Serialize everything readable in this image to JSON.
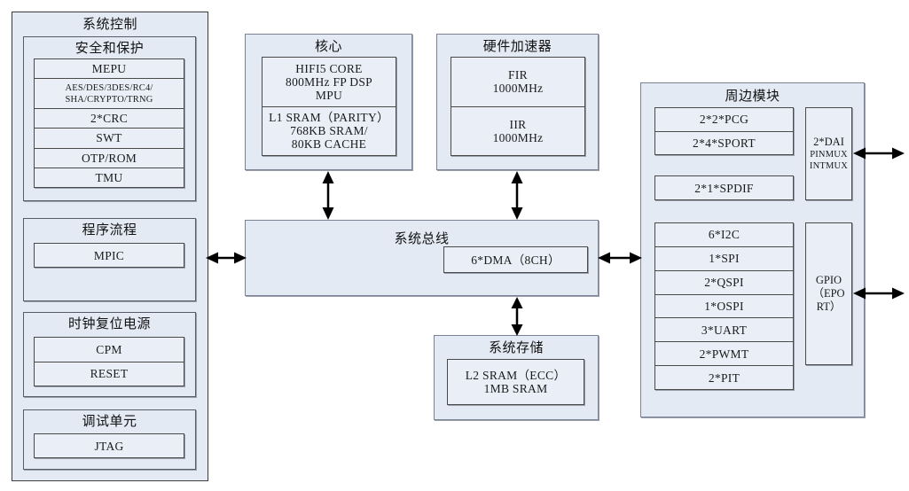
{
  "diagram": {
    "title_hidden": "",
    "system_control": {
      "title": "系统控制",
      "security": {
        "title": "安全和保护",
        "items": [
          "MEPU",
          "AES/DES/3DES/RC4/\nSHA/CRYPTO/TRNG",
          "2*CRC",
          "SWT",
          "OTP/ROM",
          "TMU"
        ]
      },
      "program_flow": {
        "title": "程序流程",
        "items": [
          "MPIC"
        ]
      },
      "clock_reset_power": {
        "title": "时钟复位电源",
        "items": [
          "CPM",
          "RESET"
        ]
      },
      "debug_unit": {
        "title": "调试单元",
        "items": [
          "JTAG"
        ]
      }
    },
    "core": {
      "title": "核心",
      "items": [
        "HIFI5 CORE\n800MHz FP DSP\nMPU",
        "L1 SRAM（PARITY）\n768KB SRAM/\n80KB CACHE"
      ]
    },
    "accelerator": {
      "title": "硬件加速器",
      "items": [
        "FIR\n1000MHz",
        "IIR\n1000MHz"
      ]
    },
    "system_bus": {
      "title": "系统总线",
      "dma": "6*DMA（8CH）"
    },
    "system_storage": {
      "title": "系统存储",
      "items": [
        "L2 SRAM（ECC）\n1MB SRAM"
      ]
    },
    "peripherals": {
      "title": "周边模块",
      "group_audio": [
        "2*2*PCG",
        "2*4*SPORT"
      ],
      "group_spdif": [
        "2*1*SPDIF"
      ],
      "group_serial": [
        "6*I2C",
        "1*SPI",
        "2*QSPI",
        "1*OSPI",
        "3*UART",
        "2*PWMT",
        "2*PIT"
      ],
      "dai": {
        "line1": "2*DAI",
        "line2": "PINMUX",
        "line3": "INTMUX"
      },
      "gpio": "GPIO\n（EPO\nRT）"
    },
    "colors": {
      "fill": "#e4eaf4",
      "leaf_fill": "#e9eef7",
      "border": "#4a4a4a",
      "arrow": "#000000"
    },
    "connections": [
      "core-to-bus",
      "accelerator-to-bus",
      "system-control-to-bus",
      "bus-to-peripherals",
      "bus-to-storage",
      "dai-external",
      "gpio-external"
    ]
  }
}
